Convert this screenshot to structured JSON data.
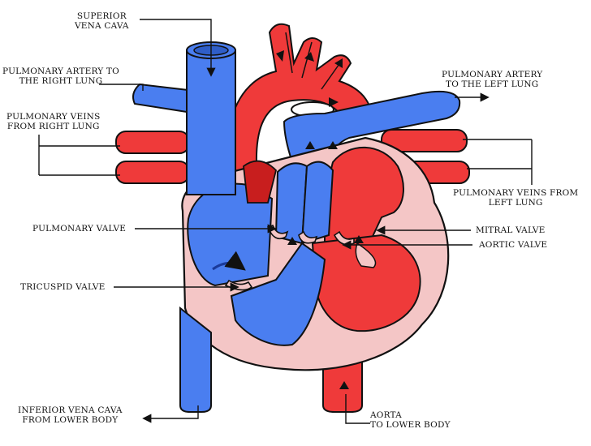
{
  "labels": {
    "superior_vena_cava": "SUPERIOR\nVENA CAVA",
    "pulmonary_artery_right": "PULMONARY ARTERY TO\nTHE RIGHT LUNG",
    "pulmonary_veins_right": "PULMONARY VEINS\nFROM RIGHT LUNG",
    "pulmonary_valve": "PULMONARY VALVE",
    "tricuspid_valve": "TRICUSPID VALVE",
    "inferior_vena_cava": "INFERIOR VENA CAVA\nFROM LOWER BODY",
    "pulmonary_artery_left": "PULMONARY ARTERY\nTO THE LEFT LUNG",
    "pulmonary_veins_left": "PULMONARY VEINS FROM\nLEFT LUNG",
    "mitral_valve": "MITRAL VALVE",
    "aortic_valve": "AORTIC VALVE",
    "aorta": "AORTA\nTO LOWER BODY"
  },
  "colors": {
    "oxygenated": "#ef3a3a",
    "deoxygenated": "#4a7ef0",
    "muscle": "#f4c6c6",
    "outline": "#111111"
  }
}
